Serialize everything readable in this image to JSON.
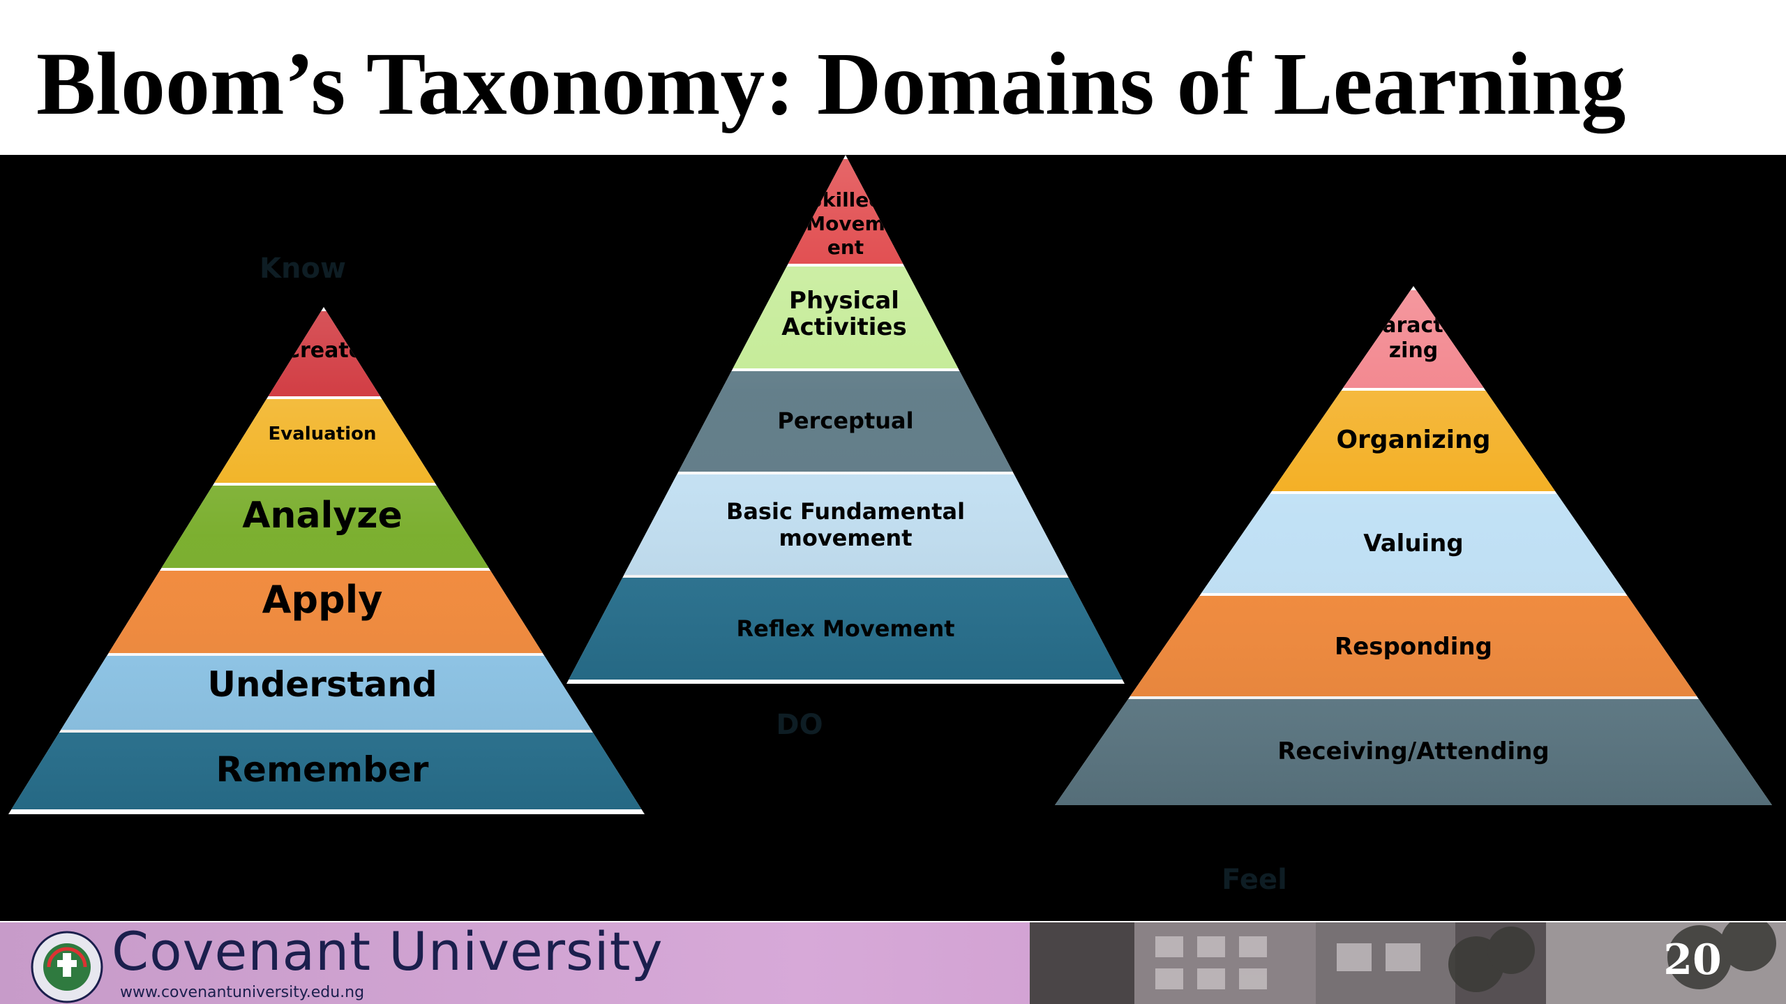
{
  "title": "Bloom’s Taxonomy: Domains of Learning",
  "pyramids": [
    {
      "caption": "Know",
      "tiers": [
        {
          "label": "Create",
          "color": "#c8141c"
        },
        {
          "label": "Evaluation",
          "color": "#f1ae16"
        },
        {
          "label": "Analyze",
          "color": "#78ad2a"
        },
        {
          "label": "Apply",
          "color": "#f2893a"
        },
        {
          "label": "Understand",
          "color": "#8ec7ea"
        },
        {
          "label": "Remember",
          "color": "#2a7594"
        }
      ]
    },
    {
      "caption": "DO",
      "tiers": [
        {
          "label": "Skilled Movement",
          "color": "#dc2e31"
        },
        {
          "label": "Physical Activities",
          "color": "#c3eb94"
        },
        {
          "label": "Perceptual",
          "color": "#5f7b87"
        },
        {
          "label": "Basic Fundamental movement",
          "color": "#c5e3f6"
        },
        {
          "label": "Reflex Movement",
          "color": "#2a7594"
        }
      ]
    },
    {
      "caption": "Feel",
      "tiers": [
        {
          "label": "Characterizing",
          "color": "#f0717a"
        },
        {
          "label": "Organizing",
          "color": "#f3ab18"
        },
        {
          "label": "Valuing",
          "color": "#bfe0f5"
        },
        {
          "label": "Responding",
          "color": "#f2893a"
        },
        {
          "label": "Receiving/Attending",
          "color": "#5f7b87"
        }
      ]
    }
  ],
  "footer": {
    "brand": "Covenant University",
    "website": "www.covenantuniversity.edu.ng",
    "page_number": "20"
  }
}
